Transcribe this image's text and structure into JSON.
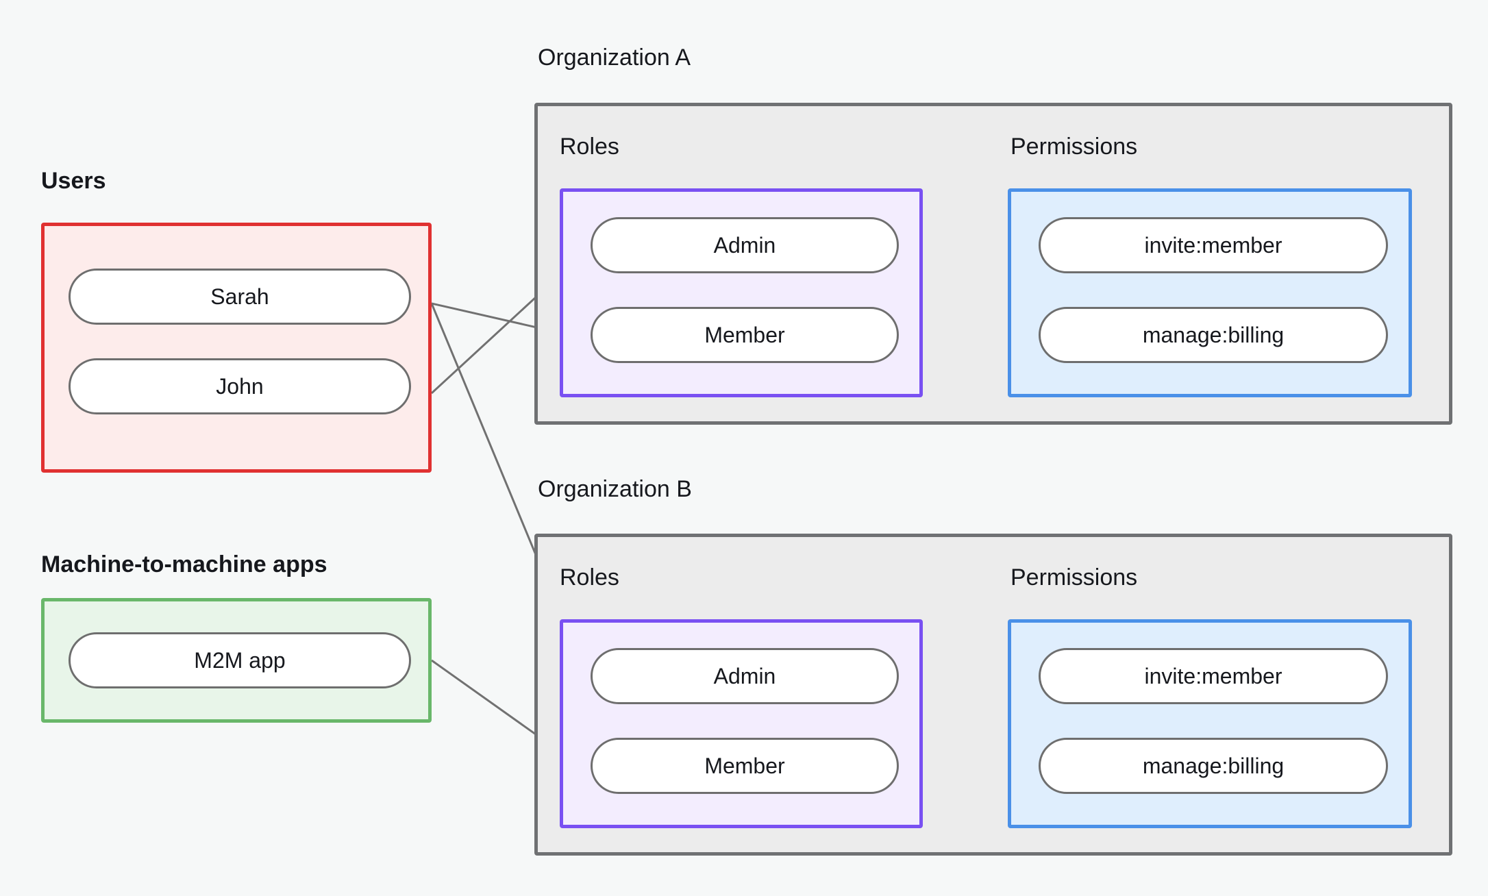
{
  "diagram": {
    "title_visible": false,
    "background": "#f6f8f8"
  },
  "captions": {
    "users": "Users",
    "m2m": "Machine-to-machine apps",
    "org_a": "Organization A",
    "org_b": "Organization B"
  },
  "column_labels": {
    "roles": "Roles",
    "permissions": "Permissions"
  },
  "colors": {
    "page_bg": "#f6f8f8",
    "org_border": "#6f7173",
    "org_fill": "#ececec",
    "users_border": "#e03131",
    "users_fill": "#fdeceb",
    "m2m_border": "#69b76a",
    "m2m_fill": "#e8f5e9",
    "roles_border": "#7950f2",
    "roles_fill": "#f3edfe",
    "perms_border": "#4a90e8",
    "perms_fill": "#dfeefd",
    "node_border": "#6e6e6e",
    "node_fill": "#ffffff",
    "edge": "#717171",
    "edge_dot": "#858585"
  },
  "groups": {
    "users": {
      "label": "Users",
      "nodes": [
        {
          "id": "sarah",
          "label": "Sarah"
        },
        {
          "id": "john",
          "label": "John"
        }
      ]
    },
    "m2m": {
      "label": "Machine-to-machine apps",
      "nodes": [
        {
          "id": "m2m-app",
          "label": "M2M app"
        }
      ]
    },
    "org_a": {
      "label": "Organization A",
      "roles": {
        "label": "Roles",
        "nodes": [
          {
            "id": "a-admin",
            "label": "Admin"
          },
          {
            "id": "a-member",
            "label": "Member"
          }
        ]
      },
      "permissions": {
        "label": "Permissions",
        "nodes": [
          {
            "id": "a-invite",
            "label": "invite:member"
          },
          {
            "id": "a-billing",
            "label": "manage:billing"
          }
        ]
      }
    },
    "org_b": {
      "label": "Organization B",
      "roles": {
        "label": "Roles",
        "nodes": [
          {
            "id": "b-admin",
            "label": "Admin"
          },
          {
            "id": "b-member",
            "label": "Member"
          }
        ]
      },
      "permissions": {
        "label": "Permissions",
        "nodes": [
          {
            "id": "b-invite",
            "label": "invite:member"
          },
          {
            "id": "b-billing",
            "label": "manage:billing"
          }
        ]
      }
    }
  },
  "edges": [
    {
      "from": "sarah",
      "to": "a-member"
    },
    {
      "from": "sarah",
      "to": "b-admin"
    },
    {
      "from": "john",
      "to": "a-admin"
    },
    {
      "from": "m2m-app",
      "to": "b-member"
    },
    {
      "from": "a-admin",
      "to": "a-invite"
    },
    {
      "from": "a-admin",
      "to": "a-billing"
    },
    {
      "from": "a-member",
      "to": "a-billing"
    },
    {
      "from": "b-admin",
      "to": "b-invite"
    },
    {
      "from": "b-admin",
      "to": "b-billing"
    },
    {
      "from": "b-member",
      "to": "b-billing"
    }
  ]
}
